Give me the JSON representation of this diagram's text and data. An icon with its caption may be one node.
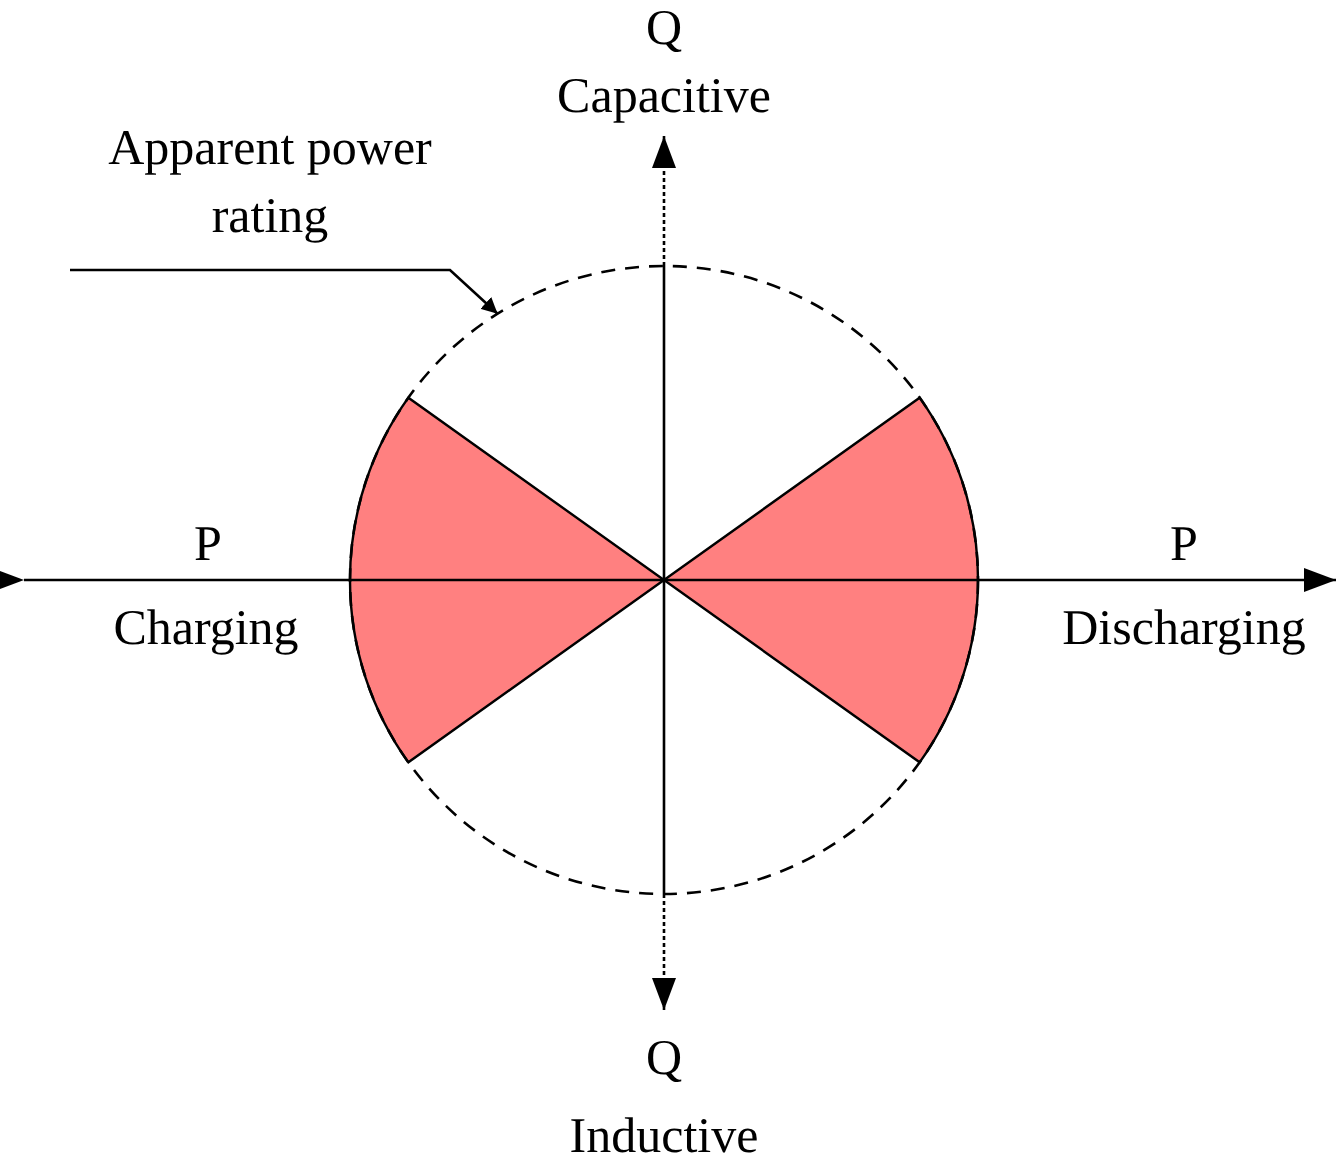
{
  "diagram": {
    "nodes": [
      {
        "text": [
          "Apparent power rating"
        ]
      },
      {
        "text": [],
        "shape": "circle"
      }
    ],
    "edges": [
      {
        "from": 0,
        "to": 1,
        "arrow": "to"
      }
    ],
    "labels": [
      "Q",
      "Capacitive",
      "P",
      "P",
      "Charging",
      "Discharging",
      "Q",
      "Inductive"
    ]
  }
}
